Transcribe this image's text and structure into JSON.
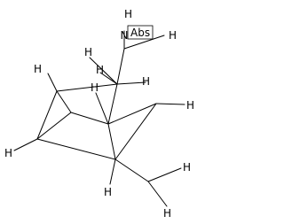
{
  "diagram": {
    "hydrogen_label": "H",
    "nitrogen_label": "N",
    "stereo_flag": "Abs"
  }
}
